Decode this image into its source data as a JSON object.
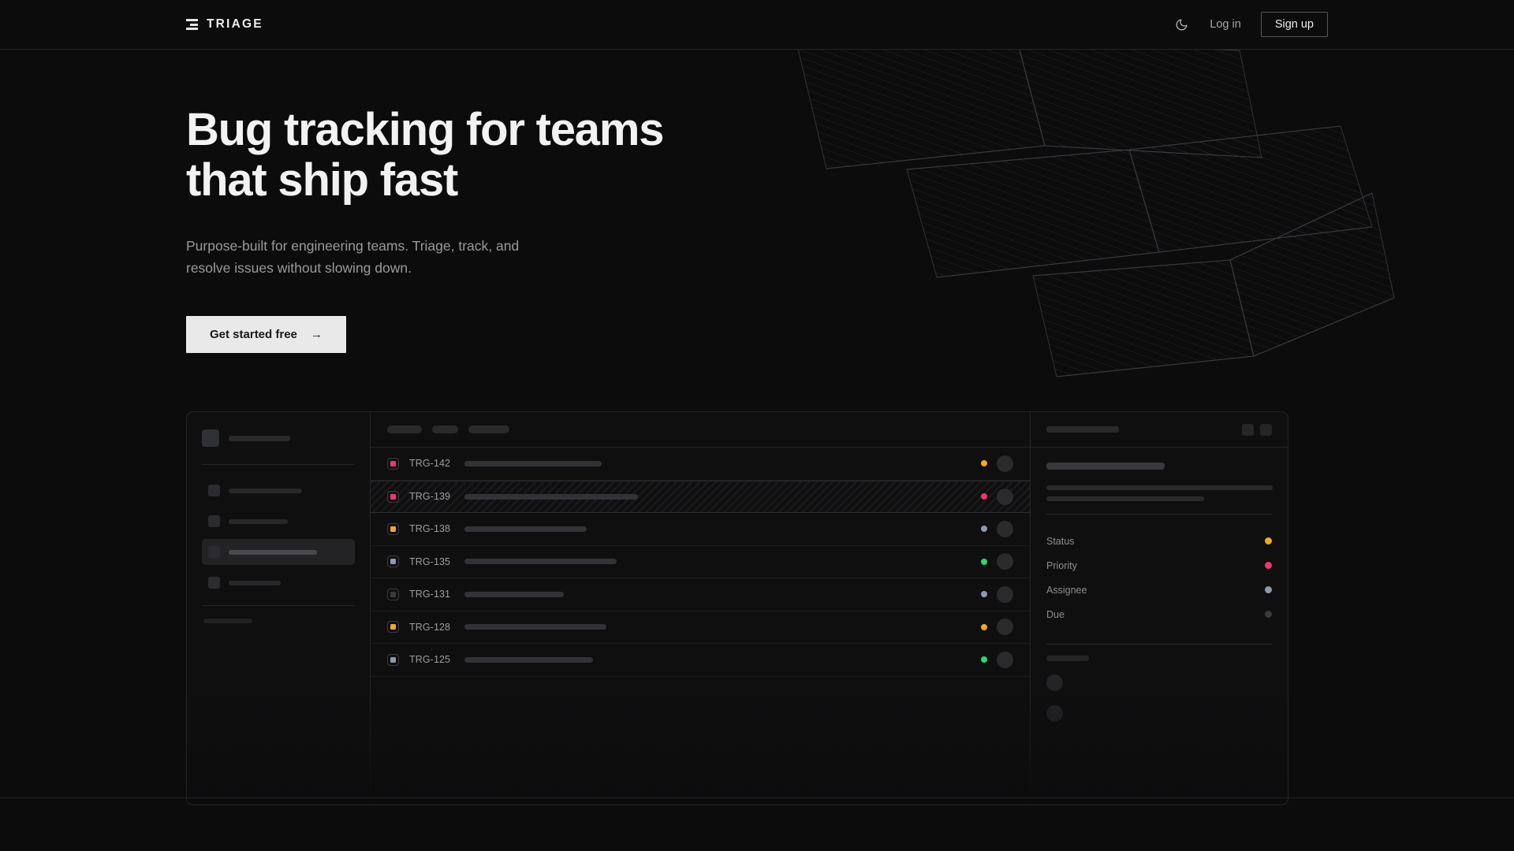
{
  "brand": {
    "name": "TRIAGE",
    "logo_icon": "stacked-bars-icon"
  },
  "header": {
    "theme_toggle_icon": "moon-icon",
    "login_label": "Log in",
    "signup_label": "Sign up"
  },
  "hero": {
    "headline": "Bug tracking for teams\nthat ship fast",
    "subhead": "Purpose-built for engineering teams. Triage, track, and\nresolve issues without slowing down.",
    "cta_label": "Get started free",
    "cta_arrow": "→"
  },
  "colors": {
    "page_bg": "#0c0c0d",
    "panel_bg": "#0f0f10",
    "border": "#242426",
    "accent_light": "#e9e9e9",
    "status_orange": "#f5a623",
    "status_pink": "#f2356b",
    "status_green": "#22dd6f",
    "status_slate": "#8b9aae",
    "status_muted": "#3a3a3e"
  },
  "mockup": {
    "sidebar": {
      "logo_placeholder_width": 78,
      "nav_items": [
        {
          "label_width": 93,
          "active": false
        },
        {
          "label_width": 75,
          "active": false
        },
        {
          "label_width": 112,
          "active": true
        },
        {
          "label_width": 66,
          "active": false
        }
      ],
      "section_label_width": 62,
      "sub_items": 3
    },
    "toolbar": {
      "chips": [
        44,
        33,
        52
      ]
    },
    "table": {
      "rows": [
        {
          "id": "TRG-142",
          "priority_color": "#f2356b",
          "title_width": 174,
          "status_color": "#f5a623",
          "selected": false
        },
        {
          "id": "TRG-139",
          "priority_color": "#f2356b",
          "title_width": 220,
          "status_color": "#f2356b",
          "selected": true
        },
        {
          "id": "TRG-138",
          "priority_color": "#f5a623",
          "title_width": 155,
          "status_color": "#8b9aae",
          "selected": false
        },
        {
          "id": "TRG-135",
          "priority_color": "#8b9aae",
          "title_width": 193,
          "status_color": "#22dd6f",
          "selected": false
        },
        {
          "id": "TRG-131",
          "priority_color": "#3a3a3e",
          "title_width": 126,
          "status_color": "#8b9aae",
          "selected": false
        },
        {
          "id": "TRG-128",
          "priority_color": "#f5a623",
          "title_width": 180,
          "status_color": "#f5a623",
          "selected": false
        },
        {
          "id": "TRG-125",
          "priority_color": "#8b9aae",
          "title_width": 163,
          "status_color": "#22dd6f",
          "selected": false
        }
      ]
    },
    "detail": {
      "header_placeholder_width": 92,
      "action_buttons": 2,
      "title_placeholder_width": 150,
      "description_line_widths": [
        287,
        200
      ],
      "meta": [
        {
          "label": "Status",
          "color": "#f5a623"
        },
        {
          "label": "Priority",
          "color": "#f2356b"
        },
        {
          "label": "Assignee",
          "color": "#8b9aae"
        },
        {
          "label": "Due",
          "color": "#3a3a3e"
        }
      ],
      "activity_label_width": 54,
      "activity_avatars": 2
    }
  }
}
